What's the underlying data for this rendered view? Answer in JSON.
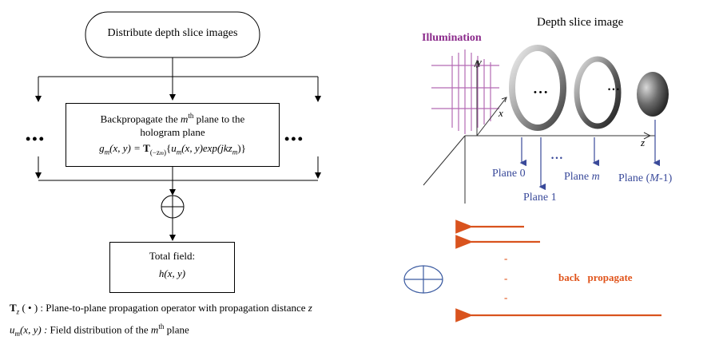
{
  "flowchart": {
    "start_label": "Distribute  depth slice images",
    "step_line1": "Backpropagate  the",
    "step_m": "m",
    "step_th": "th",
    "step_line1_end": "plane to the",
    "step_line2": "hologram  plane",
    "equation_lhs": "g",
    "equation_m": "m",
    "equation_args": "(x, y) =",
    "equation_T": "T",
    "equation_T_sub": "(−z",
    "equation_T_sub_m": "m",
    "equation_T_sub_end": ")",
    "equation_rhs_open": "{",
    "equation_u": "u",
    "equation_u_m": "m",
    "equation_rhs": "(x, y)exp(",
    "equation_jkz": "jkz",
    "equation_jkz_m": "m",
    "equation_rhs_close": ")}",
    "side_dots_left": "•••",
    "side_dots_right": "•••",
    "result_line1": "Total  field:",
    "result_line2": "h(x, y)"
  },
  "legend": {
    "T_symbol": "T",
    "T_sub": "z",
    "T_args": "( • ) :",
    "T_desc": "Plane-to-plane propagation operator with propagation distance",
    "T_z": "z",
    "u_symbol": "u",
    "u_sub": "m",
    "u_args": "(x, y) :",
    "u_desc": "Field distribution of the",
    "u_m": "m",
    "u_th": "th",
    "u_end": "plane"
  },
  "illustration": {
    "title": "Depth slice image",
    "illumination": "Illumination",
    "axis_y": "y",
    "axis_x": "x",
    "axis_z": "z",
    "dots_between_rings": "• • •",
    "dots_after_ring": "• • •",
    "dots_between_planes": "• • •",
    "plane_0": "Plane 0",
    "plane_1": "Plane 1",
    "plane_m": "Plane",
    "plane_m_var": "m",
    "plane_last": "Plane (",
    "plane_last_var": "M",
    "plane_last_end": "-1)",
    "back_propagate": "back   propagate",
    "vertical_dots": [
      "-",
      "-",
      "-"
    ]
  },
  "colors": {
    "purple": "#9a3b9a",
    "red_arrow": "#d9531e",
    "blue_plane": "#3a4a9a",
    "blue_symbol": "#3a5aa0"
  }
}
